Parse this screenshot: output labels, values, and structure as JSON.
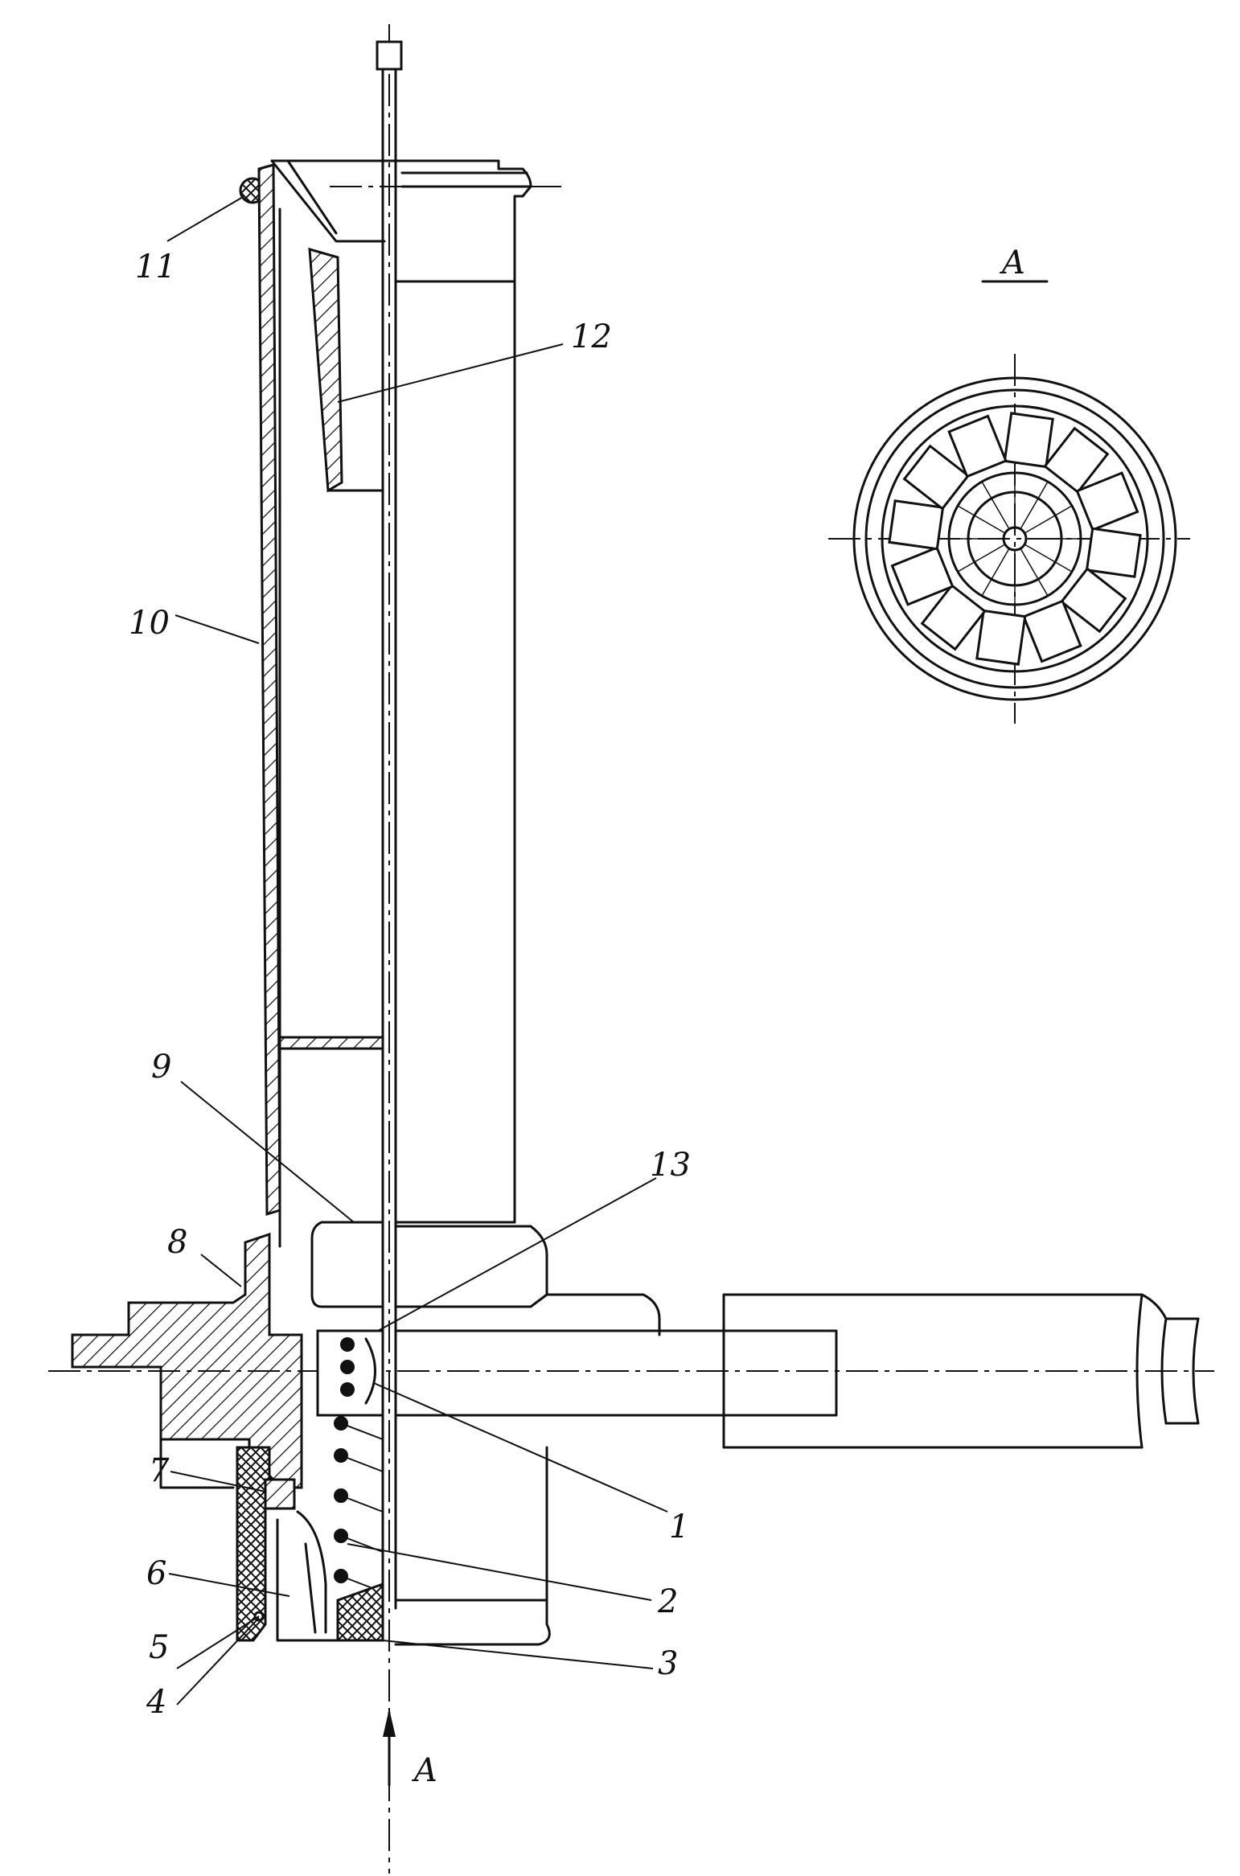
{
  "diagram": {
    "labels": {
      "l1": "1",
      "l2": "2",
      "l3": "3",
      "l4": "4",
      "l5": "5",
      "l6": "6",
      "l7": "7",
      "l8": "8",
      "l9": "9",
      "l10": "10",
      "l11": "11",
      "l12": "12",
      "l13": "13"
    },
    "view_label": "A",
    "view_title": "A"
  }
}
